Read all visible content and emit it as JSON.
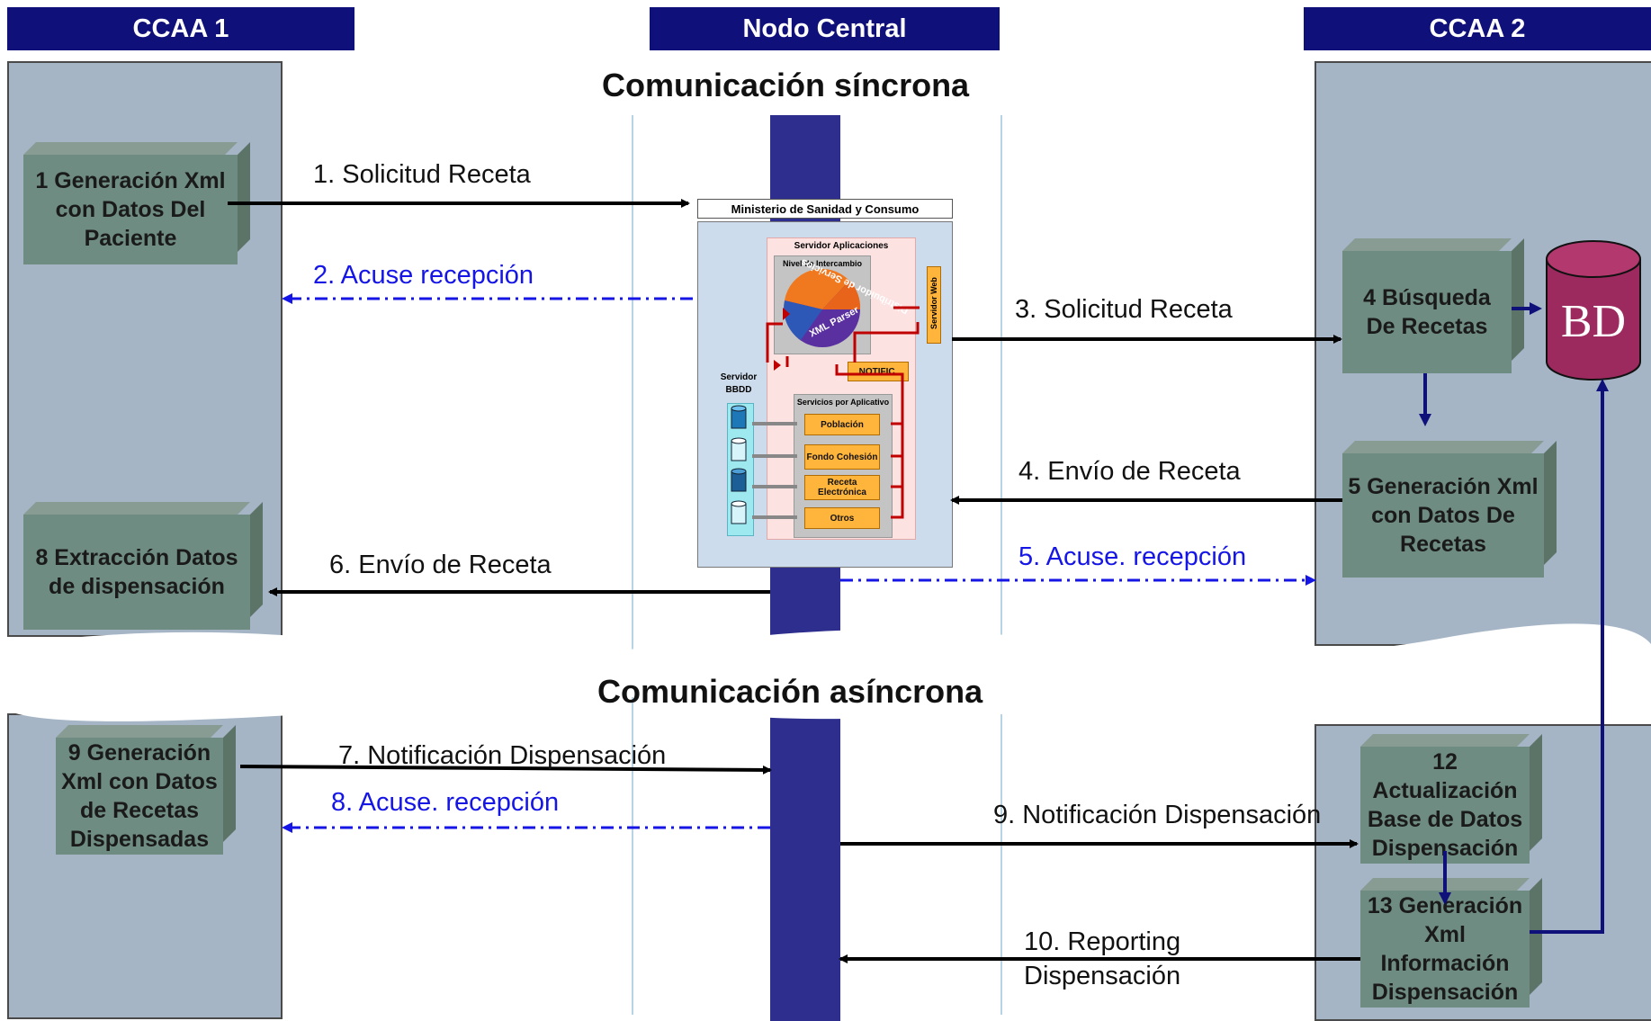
{
  "headers": {
    "left": "CCAA 1",
    "center": "Nodo Central",
    "right": "CCAA 2"
  },
  "sections": {
    "sync": "Comunicación síncrona",
    "async": "Comunicación asíncrona"
  },
  "boxes": {
    "b1": "1 Generación Xml con Datos Del Paciente",
    "b4": "4 Búsqueda De Recetas",
    "b5": "5 Generación Xml con Datos De Recetas",
    "b8": "8 Extracción Datos de dispensación",
    "b9": "9 Generación Xml con Datos de Recetas Dispensadas",
    "b12": "12 Actualización Base de Datos Dispensación",
    "b13": "13 Generación Xml Información Dispensación"
  },
  "database": "BD",
  "messages": {
    "m1": "1. Solicitud Receta",
    "m2": "2. Acuse recepción",
    "m3": "3. Solicitud Receta",
    "m4": "4. Envío de Receta",
    "m5": "5. Acuse. recepción",
    "m6": "6. Envío de Receta",
    "m7": "7. Notificación Dispensación",
    "m8": "8. Acuse. recepción",
    "m9": "9. Notificación Dispensación",
    "m10_line1": "10. Reporting",
    "m10_line2": "Dispensación"
  },
  "ministry": {
    "title": "Ministerio de Sanidad y Consumo",
    "app_server": "Servidor Aplicaciones",
    "exchange_level": "Nivel de Intercambio",
    "distributor": "Distribuidor de Servicios",
    "xml_parser": "XML Parser",
    "web_server": "Servidor Web",
    "notific": "NOTIFIC.",
    "db_server_line1": "Servidor",
    "db_server_line2": "BBDD",
    "services_title": "Servicios por Aplicativo",
    "services": [
      "Población",
      "Fondo Cohesión",
      "Receta Electrónica",
      "Otros"
    ]
  },
  "colors": {
    "header_bg": "#10107a",
    "lane_bg": "#a5b5c6",
    "box_bg": "#6e8c82",
    "central_bar": "#2e2e8e",
    "ack_blue": "#1515e6",
    "db_color": "#9c2a5e"
  }
}
